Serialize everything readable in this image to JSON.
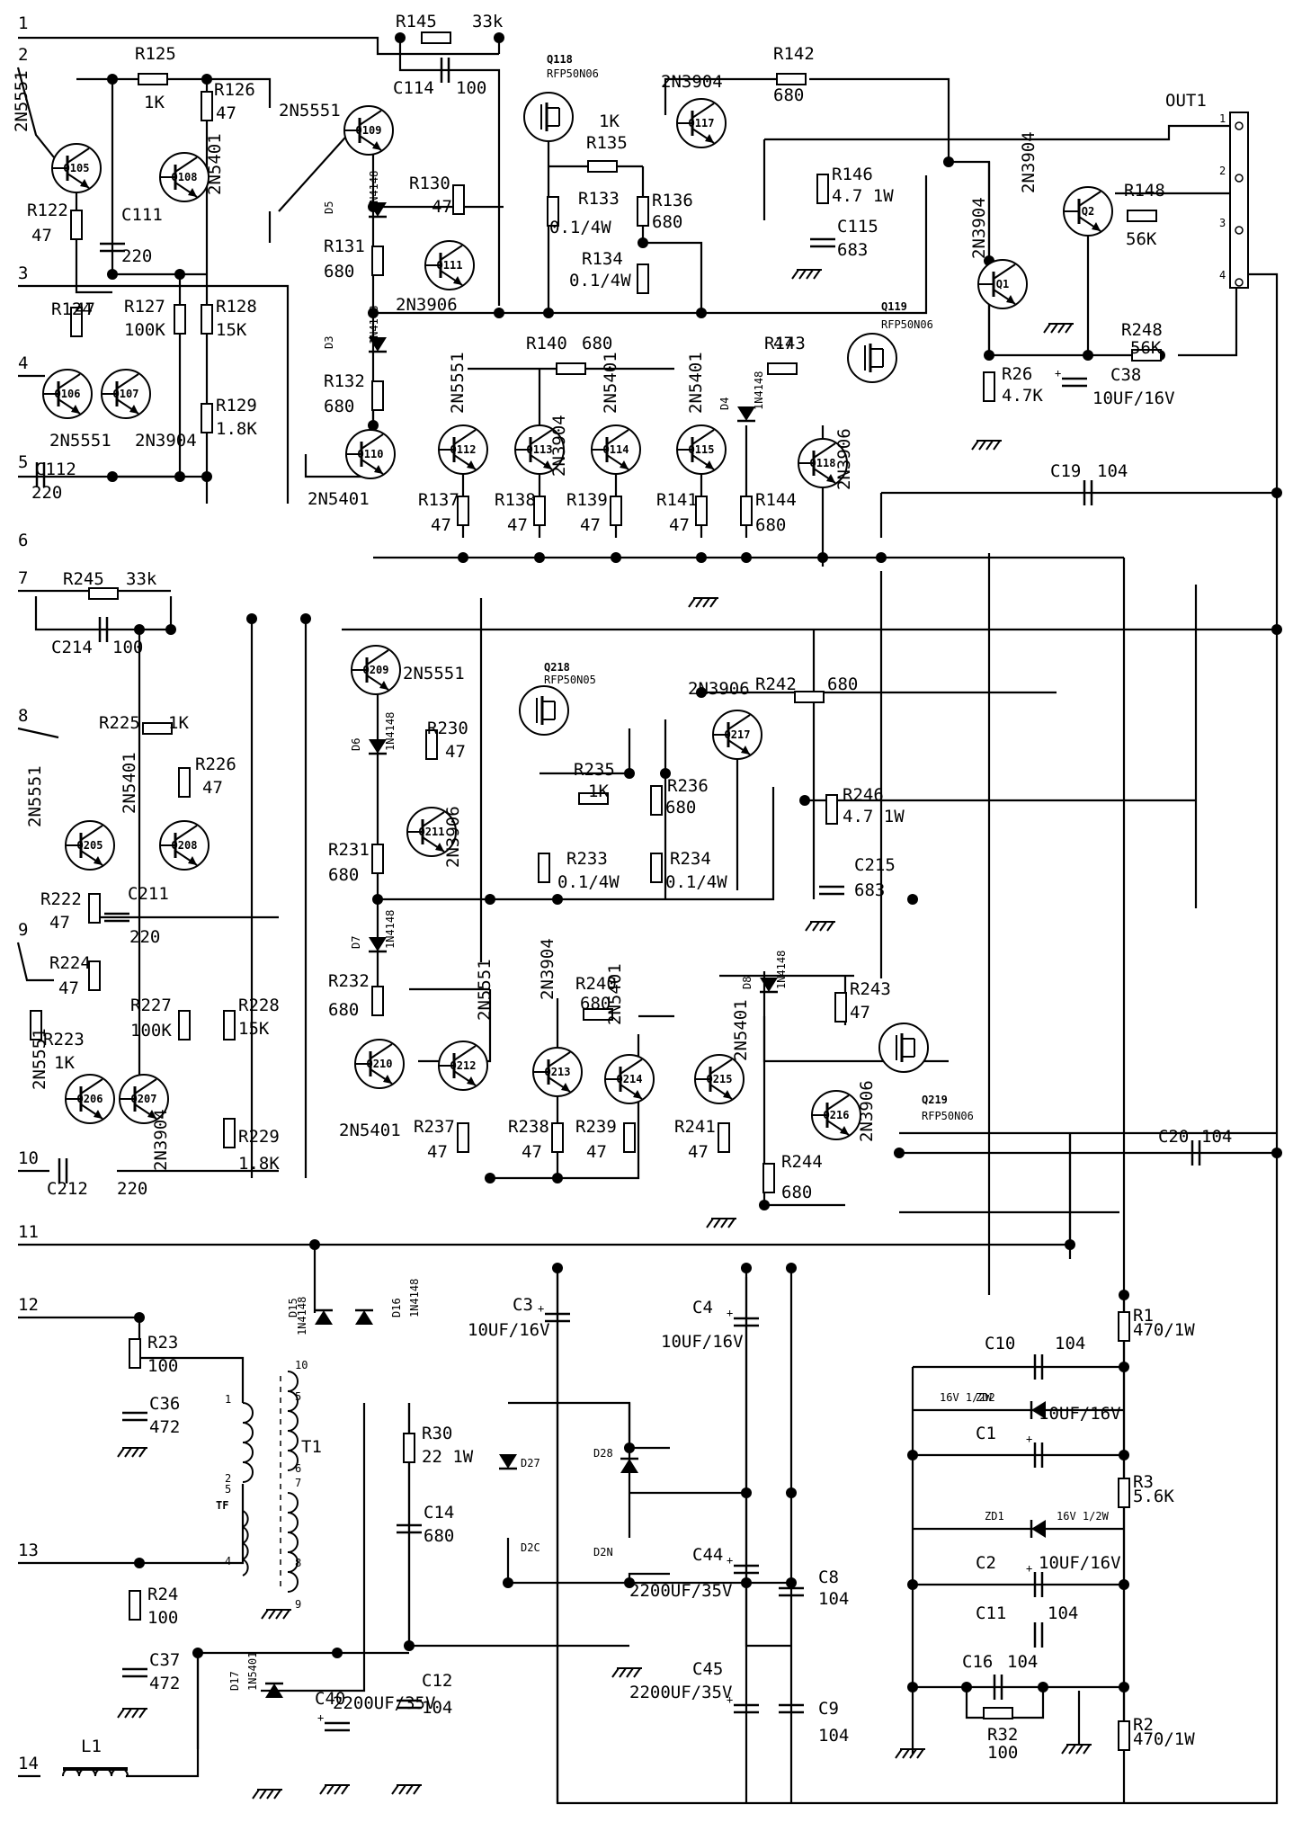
{
  "schematic": {
    "io_pins": [
      "1",
      "2",
      "3",
      "4",
      "5",
      "6",
      "7",
      "8",
      "9",
      "10",
      "11",
      "12",
      "13",
      "14"
    ],
    "components": {
      "resistors": [
        {
          "id": "R145",
          "ref": "R145",
          "value": "33k"
        },
        {
          "id": "R125",
          "ref": "R125",
          "value": "1K"
        },
        {
          "id": "R126",
          "ref": "R126",
          "value": "47"
        },
        {
          "id": "R122",
          "ref": "R122",
          "value": "47"
        },
        {
          "id": "R124",
          "ref": "R124",
          "value": "47"
        },
        {
          "id": "R127",
          "ref": "R127",
          "value": "100K"
        },
        {
          "id": "R128",
          "ref": "R128",
          "value": "15K"
        },
        {
          "id": "R129",
          "ref": "R129",
          "value": "1.8K"
        },
        {
          "id": "R130",
          "ref": "R130",
          "value": "47"
        },
        {
          "id": "R131",
          "ref": "R131",
          "value": "680"
        },
        {
          "id": "R132",
          "ref": "R132",
          "value": "680"
        },
        {
          "id": "R133",
          "ref": "R133",
          "value": "0.1/4W"
        },
        {
          "id": "R134",
          "ref": "R134",
          "value": "0.1/4W"
        },
        {
          "id": "R135",
          "ref": "R135",
          "value": "1K"
        },
        {
          "id": "R136",
          "ref": "R136",
          "value": "680"
        },
        {
          "id": "R137",
          "ref": "R137",
          "value": "47"
        },
        {
          "id": "R138",
          "ref": "R138",
          "value": "47"
        },
        {
          "id": "R139",
          "ref": "R139",
          "value": "47"
        },
        {
          "id": "R140",
          "ref": "R140",
          "value": "680"
        },
        {
          "id": "R141",
          "ref": "R141",
          "value": "47"
        },
        {
          "id": "R142",
          "ref": "R142",
          "value": "680"
        },
        {
          "id": "R143",
          "ref": "R143",
          "value": "47"
        },
        {
          "id": "R144",
          "ref": "R144",
          "value": "680"
        },
        {
          "id": "R146",
          "ref": "R146",
          "value": "4.7  1W"
        },
        {
          "id": "R148",
          "ref": "R148",
          "value": "56K"
        },
        {
          "id": "R248",
          "ref": "R248",
          "value": "56K"
        },
        {
          "id": "R26",
          "ref": "R26",
          "value": "4.7K"
        },
        {
          "id": "R245",
          "ref": "R245",
          "value": "33k"
        },
        {
          "id": "R225",
          "ref": "R225",
          "value": "1K"
        },
        {
          "id": "R226",
          "ref": "R226",
          "value": "47"
        },
        {
          "id": "R222",
          "ref": "R222",
          "value": "47"
        },
        {
          "id": "R224",
          "ref": "R224",
          "value": "47"
        },
        {
          "id": "R223",
          "ref": "R223",
          "value": "1K"
        },
        {
          "id": "R227",
          "ref": "R227",
          "value": "100K"
        },
        {
          "id": "R228",
          "ref": "R228",
          "value": "15K"
        },
        {
          "id": "R229",
          "ref": "R229",
          "value": "1.8K"
        },
        {
          "id": "R230",
          "ref": "R230",
          "value": "47"
        },
        {
          "id": "R231",
          "ref": "R231",
          "value": "680"
        },
        {
          "id": "R232",
          "ref": "R232",
          "value": "680"
        },
        {
          "id": "R233",
          "ref": "R233",
          "value": "0.1/4W"
        },
        {
          "id": "R234",
          "ref": "R234",
          "value": "0.1/4W"
        },
        {
          "id": "R235",
          "ref": "R235",
          "value": "1K"
        },
        {
          "id": "R236",
          "ref": "R236",
          "value": "680"
        },
        {
          "id": "R237",
          "ref": "R237",
          "value": "47"
        },
        {
          "id": "R238",
          "ref": "R238",
          "value": "47"
        },
        {
          "id": "R239",
          "ref": "R239",
          "value": "47"
        },
        {
          "id": "R240",
          "ref": "R240",
          "value": "680"
        },
        {
          "id": "R241",
          "ref": "R241",
          "value": "47"
        },
        {
          "id": "R242",
          "ref": "R242",
          "value": "680"
        },
        {
          "id": "R243",
          "ref": "R243",
          "value": "47"
        },
        {
          "id": "R244",
          "ref": "R244",
          "value": "680"
        },
        {
          "id": "R246",
          "ref": "R246",
          "value": "4.7  1W"
        },
        {
          "id": "R23",
          "ref": "R23",
          "value": "100"
        },
        {
          "id": "R24",
          "ref": "R24",
          "value": "100"
        },
        {
          "id": "R30",
          "ref": "R30",
          "value": "22  1W"
        },
        {
          "id": "R1",
          "ref": "R1",
          "value": "470/1W"
        },
        {
          "id": "R2",
          "ref": "R2",
          "value": "470/1W"
        },
        {
          "id": "R3",
          "ref": "R3",
          "value": "5.6K"
        },
        {
          "id": "R32",
          "ref": "R32",
          "value": "100"
        }
      ],
      "capacitors": [
        {
          "id": "C114",
          "ref": "C114",
          "value": "100"
        },
        {
          "id": "C111",
          "ref": "C111",
          "value": "220"
        },
        {
          "id": "C112",
          "ref": "C112",
          "value": "220"
        },
        {
          "id": "C115",
          "ref": "C115",
          "value": "683"
        },
        {
          "id": "C38",
          "ref": "C38",
          "value": "10UF/16V"
        },
        {
          "id": "C19",
          "ref": "C19",
          "value": "104"
        },
        {
          "id": "C214",
          "ref": "C214",
          "value": "100"
        },
        {
          "id": "C211",
          "ref": "C211",
          "value": "220"
        },
        {
          "id": "C212",
          "ref": "C212",
          "value": "220"
        },
        {
          "id": "C215",
          "ref": "C215",
          "value": "683"
        },
        {
          "id": "C20",
          "ref": "C20",
          "value": "104"
        },
        {
          "id": "C36",
          "ref": "C36",
          "value": "472"
        },
        {
          "id": "C37",
          "ref": "C37",
          "value": "472"
        },
        {
          "id": "C3",
          "ref": "C3",
          "value": "10UF/16V"
        },
        {
          "id": "C4",
          "ref": "C4",
          "value": "10UF/16V"
        },
        {
          "id": "C14",
          "ref": "C14",
          "value": "680"
        },
        {
          "id": "C44",
          "ref": "C44",
          "value": "2200UF/35V"
        },
        {
          "id": "C45",
          "ref": "C45",
          "value": "2200UF/35V"
        },
        {
          "id": "C8",
          "ref": "C8",
          "value": "104"
        },
        {
          "id": "C9",
          "ref": "C9",
          "value": "104"
        },
        {
          "id": "C40",
          "ref": "C40",
          "value": "2200UF/35V"
        },
        {
          "id": "C12",
          "ref": "C12",
          "value": "104"
        },
        {
          "id": "C10",
          "ref": "C10",
          "value": "104"
        },
        {
          "id": "C1",
          "ref": "C1",
          "value": "10UF/16V"
        },
        {
          "id": "C2",
          "ref": "C2",
          "value": "10UF/16V"
        },
        {
          "id": "C11",
          "ref": "C11",
          "value": "104"
        },
        {
          "id": "C16",
          "ref": "C16",
          "value": "104"
        }
      ],
      "transistors": [
        {
          "id": "Q105",
          "ref": "Q105",
          "part": "2N5551"
        },
        {
          "id": "Q108",
          "ref": "Q108",
          "part": "2N5401"
        },
        {
          "id": "Q109",
          "ref": "Q109",
          "part": "2N5551"
        },
        {
          "id": "Q106",
          "ref": "Q106",
          "part": "2N5551"
        },
        {
          "id": "Q107",
          "ref": "Q107",
          "part": "2N3904"
        },
        {
          "id": "Q111",
          "ref": "Q111",
          "part": "2N3906"
        },
        {
          "id": "Q110",
          "ref": "Q110",
          "part": "2N5401"
        },
        {
          "id": "Q112",
          "ref": "Q112",
          "part": "2N5551"
        },
        {
          "id": "Q113",
          "ref": "Q113",
          "part": "2N3904"
        },
        {
          "id": "Q114",
          "ref": "Q114",
          "part": "2N5401"
        },
        {
          "id": "Q115",
          "ref": "Q115",
          "part": "2N5401"
        },
        {
          "id": "Q117",
          "ref": "Q117",
          "part": "2N3904"
        },
        {
          "id": "Q118",
          "ref": "Q118",
          "part": "2N3906"
        },
        {
          "id": "Q1",
          "ref": "Q1",
          "part": "2N3904"
        },
        {
          "id": "Q2",
          "ref": "Q2",
          "part": "2N3904"
        },
        {
          "id": "Q205",
          "ref": "Q205",
          "part": "2N5551"
        },
        {
          "id": "Q208",
          "ref": "Q208",
          "part": "2N5401"
        },
        {
          "id": "Q209",
          "ref": "Q209",
          "part": "2N5551"
        },
        {
          "id": "Q206",
          "ref": "Q206",
          "part": "2N5551"
        },
        {
          "id": "Q207",
          "ref": "Q207",
          "part": "2N3904"
        },
        {
          "id": "Q211",
          "ref": "Q211",
          "part": "2N3906"
        },
        {
          "id": "Q210",
          "ref": "Q210",
          "part": "2N5401"
        },
        {
          "id": "Q212",
          "ref": "Q212",
          "part": "2N5551"
        },
        {
          "id": "Q213",
          "ref": "Q213",
          "part": "2N3904"
        },
        {
          "id": "Q214",
          "ref": "Q214",
          "part": "2N5401"
        },
        {
          "id": "Q215",
          "ref": "Q215",
          "part": "2N5401"
        },
        {
          "id": "Q216",
          "ref": "Q216",
          "part": "2N3906"
        },
        {
          "id": "Q217",
          "ref": "Q217",
          "part": "2N3906"
        }
      ],
      "mosfets": [
        {
          "id": "Q118M",
          "ref": "Q118",
          "part": "RFP50N06"
        },
        {
          "id": "Q119",
          "ref": "Q119",
          "part": "RFP50N06"
        },
        {
          "id": "Q218",
          "ref": "Q218",
          "part": "RFP50N05"
        },
        {
          "id": "Q219",
          "ref": "Q219",
          "part": "RFP50N06"
        }
      ],
      "diodes": [
        {
          "id": "D5",
          "ref": "D5",
          "part": "1N4148"
        },
        {
          "id": "D3",
          "ref": "D3",
          "part": "1N4148"
        },
        {
          "id": "D4",
          "ref": "D4",
          "part": "1N4148"
        },
        {
          "id": "D6",
          "ref": "D6",
          "part": "1N4148"
        },
        {
          "id": "D7",
          "ref": "D7",
          "part": "1N4148"
        },
        {
          "id": "D8",
          "ref": "D8",
          "part": "1N4148"
        },
        {
          "id": "D15",
          "ref": "D15",
          "part": "1N4148"
        },
        {
          "id": "D16",
          "ref": "D16",
          "part": "1N4148"
        },
        {
          "id": "D17",
          "ref": "D17",
          "part": "1N5401"
        },
        {
          "id": "D27",
          "ref": "D27",
          "part": "D2C"
        },
        {
          "id": "D28",
          "ref": "D28",
          "part": "D2N"
        },
        {
          "id": "ZD1",
          "ref": "ZD1",
          "part": "16V  1/2W"
        },
        {
          "id": "ZD2",
          "ref": "ZD2",
          "part": "16V  1/2W"
        }
      ],
      "magnetics": [
        {
          "id": "T1",
          "ref": "T1"
        },
        {
          "id": "TF",
          "ref": "TF"
        },
        {
          "id": "L1",
          "ref": "L1"
        }
      ],
      "connectors": [
        {
          "id": "OUT1",
          "ref": "OUT1",
          "pins": [
            "1",
            "2",
            "3",
            "4"
          ]
        }
      ]
    }
  }
}
